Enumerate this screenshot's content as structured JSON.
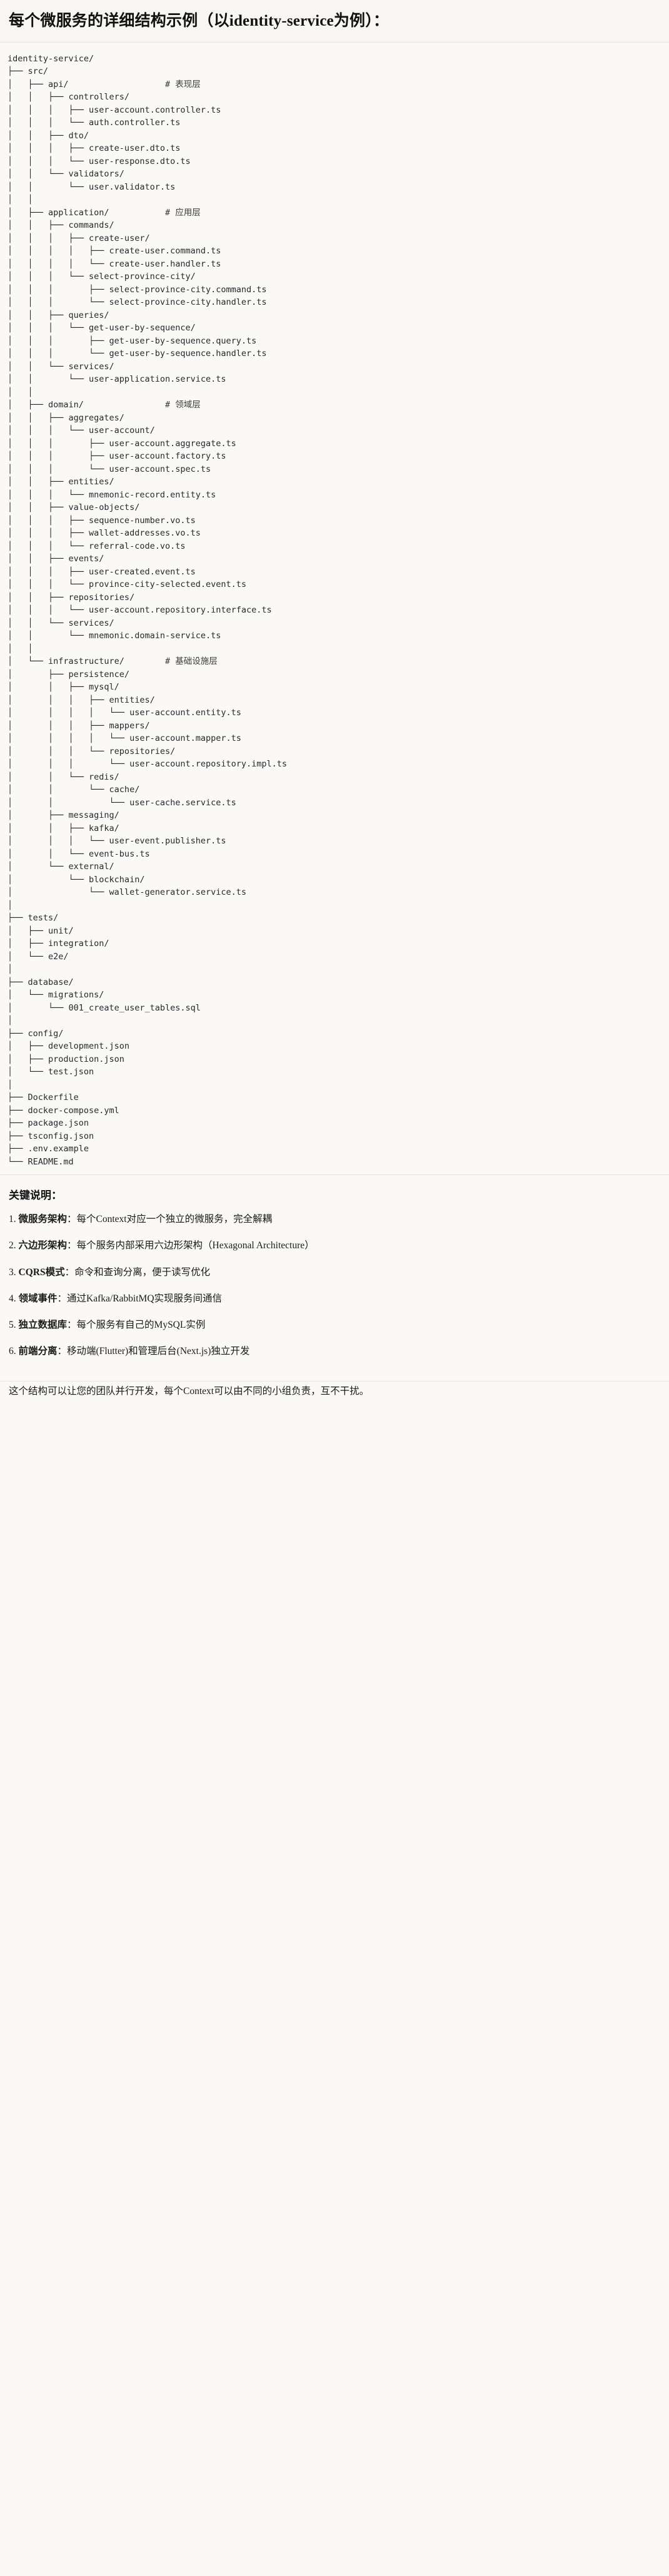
{
  "document": {
    "title": "每个微服务的详细结构示例（以identity-service为例）："
  },
  "tree": {
    "lines": [
      {
        "path": "identity-service/",
        "comment": ""
      },
      {
        "path": "├── src/",
        "comment": ""
      },
      {
        "path": "│   ├── api/",
        "comment": "# 表现层"
      },
      {
        "path": "│   │   ├── controllers/",
        "comment": ""
      },
      {
        "path": "│   │   │   ├── user-account.controller.ts",
        "comment": ""
      },
      {
        "path": "│   │   │   └── auth.controller.ts",
        "comment": ""
      },
      {
        "path": "│   │   ├── dto/",
        "comment": ""
      },
      {
        "path": "│   │   │   ├── create-user.dto.ts",
        "comment": ""
      },
      {
        "path": "│   │   │   └── user-response.dto.ts",
        "comment": ""
      },
      {
        "path": "│   │   └── validators/",
        "comment": ""
      },
      {
        "path": "│   │       └── user.validator.ts",
        "comment": ""
      },
      {
        "path": "│   │",
        "comment": ""
      },
      {
        "path": "│   ├── application/",
        "comment": "# 应用层"
      },
      {
        "path": "│   │   ├── commands/",
        "comment": ""
      },
      {
        "path": "│   │   │   ├── create-user/",
        "comment": ""
      },
      {
        "path": "│   │   │   │   ├── create-user.command.ts",
        "comment": ""
      },
      {
        "path": "│   │   │   │   └── create-user.handler.ts",
        "comment": ""
      },
      {
        "path": "│   │   │   └── select-province-city/",
        "comment": ""
      },
      {
        "path": "│   │   │       ├── select-province-city.command.ts",
        "comment": ""
      },
      {
        "path": "│   │   │       └── select-province-city.handler.ts",
        "comment": ""
      },
      {
        "path": "│   │   ├── queries/",
        "comment": ""
      },
      {
        "path": "│   │   │   └── get-user-by-sequence/",
        "comment": ""
      },
      {
        "path": "│   │   │       ├── get-user-by-sequence.query.ts",
        "comment": ""
      },
      {
        "path": "│   │   │       └── get-user-by-sequence.handler.ts",
        "comment": ""
      },
      {
        "path": "│   │   └── services/",
        "comment": ""
      },
      {
        "path": "│   │       └── user-application.service.ts",
        "comment": ""
      },
      {
        "path": "│   │",
        "comment": ""
      },
      {
        "path": "│   ├── domain/",
        "comment": "# 领域层"
      },
      {
        "path": "│   │   ├── aggregates/",
        "comment": ""
      },
      {
        "path": "│   │   │   └── user-account/",
        "comment": ""
      },
      {
        "path": "│   │   │       ├── user-account.aggregate.ts",
        "comment": ""
      },
      {
        "path": "│   │   │       ├── user-account.factory.ts",
        "comment": ""
      },
      {
        "path": "│   │   │       └── user-account.spec.ts",
        "comment": ""
      },
      {
        "path": "│   │   ├── entities/",
        "comment": ""
      },
      {
        "path": "│   │   │   └── mnemonic-record.entity.ts",
        "comment": ""
      },
      {
        "path": "│   │   ├── value-objects/",
        "comment": ""
      },
      {
        "path": "│   │   │   ├── sequence-number.vo.ts",
        "comment": ""
      },
      {
        "path": "│   │   │   ├── wallet-addresses.vo.ts",
        "comment": ""
      },
      {
        "path": "│   │   │   └── referral-code.vo.ts",
        "comment": ""
      },
      {
        "path": "│   │   ├── events/",
        "comment": ""
      },
      {
        "path": "│   │   │   ├── user-created.event.ts",
        "comment": ""
      },
      {
        "path": "│   │   │   └── province-city-selected.event.ts",
        "comment": ""
      },
      {
        "path": "│   │   ├── repositories/",
        "comment": ""
      },
      {
        "path": "│   │   │   └── user-account.repository.interface.ts",
        "comment": ""
      },
      {
        "path": "│   │   └── services/",
        "comment": ""
      },
      {
        "path": "│   │       └── mnemonic.domain-service.ts",
        "comment": ""
      },
      {
        "path": "│   │",
        "comment": ""
      },
      {
        "path": "│   └── infrastructure/",
        "comment": "# 基础设施层"
      },
      {
        "path": "│       ├── persistence/",
        "comment": ""
      },
      {
        "path": "│       │   ├── mysql/",
        "comment": ""
      },
      {
        "path": "│       │   │   ├── entities/",
        "comment": ""
      },
      {
        "path": "│       │   │   │   └── user-account.entity.ts",
        "comment": ""
      },
      {
        "path": "│       │   │   ├── mappers/",
        "comment": ""
      },
      {
        "path": "│       │   │   │   └── user-account.mapper.ts",
        "comment": ""
      },
      {
        "path": "│       │   │   └── repositories/",
        "comment": ""
      },
      {
        "path": "│       │   │       └── user-account.repository.impl.ts",
        "comment": ""
      },
      {
        "path": "│       │   └── redis/",
        "comment": ""
      },
      {
        "path": "│       │       └── cache/",
        "comment": ""
      },
      {
        "path": "│       │           └── user-cache.service.ts",
        "comment": ""
      },
      {
        "path": "│       ├── messaging/",
        "comment": ""
      },
      {
        "path": "│       │   ├── kafka/",
        "comment": ""
      },
      {
        "path": "│       │   │   └── user-event.publisher.ts",
        "comment": ""
      },
      {
        "path": "│       │   └── event-bus.ts",
        "comment": ""
      },
      {
        "path": "│       └── external/",
        "comment": ""
      },
      {
        "path": "│           └── blockchain/",
        "comment": ""
      },
      {
        "path": "│               └── wallet-generator.service.ts",
        "comment": ""
      },
      {
        "path": "│",
        "comment": ""
      },
      {
        "path": "├── tests/",
        "comment": ""
      },
      {
        "path": "│   ├── unit/",
        "comment": ""
      },
      {
        "path": "│   ├── integration/",
        "comment": ""
      },
      {
        "path": "│   └── e2e/",
        "comment": ""
      },
      {
        "path": "│",
        "comment": ""
      },
      {
        "path": "├── database/",
        "comment": ""
      },
      {
        "path": "│   └── migrations/",
        "comment": ""
      },
      {
        "path": "│       └── 001_create_user_tables.sql",
        "comment": ""
      },
      {
        "path": "│",
        "comment": ""
      },
      {
        "path": "├── config/",
        "comment": ""
      },
      {
        "path": "│   ├── development.json",
        "comment": ""
      },
      {
        "path": "│   ├── production.json",
        "comment": ""
      },
      {
        "path": "│   └── test.json",
        "comment": ""
      },
      {
        "path": "│",
        "comment": ""
      },
      {
        "path": "├── Dockerfile",
        "comment": ""
      },
      {
        "path": "├── docker-compose.yml",
        "comment": ""
      },
      {
        "path": "├── package.json",
        "comment": ""
      },
      {
        "path": "├── tsconfig.json",
        "comment": ""
      },
      {
        "path": "├── .env.example",
        "comment": ""
      },
      {
        "path": "└── README.md",
        "comment": ""
      }
    ]
  },
  "notes": {
    "heading": "关键说明：",
    "items": [
      {
        "num": "1.",
        "term": "微服务架构",
        "sep": "：",
        "desc": "每个Context对应一个独立的微服务，完全解耦"
      },
      {
        "num": "2.",
        "term": "六边形架构",
        "sep": "：",
        "desc": "每个服务内部采用六边形架构（Hexagonal Architecture）"
      },
      {
        "num": "3.",
        "term": "CQRS模式",
        "sep": "：",
        "desc": "命令和查询分离，便于读写优化"
      },
      {
        "num": "4.",
        "term": "领域事件",
        "sep": "：",
        "desc": "通过Kafka/RabbitMQ实现服务间通信"
      },
      {
        "num": "5.",
        "term": "独立数据库",
        "sep": "：",
        "desc": "每个服务有自己的MySQL实例"
      },
      {
        "num": "6.",
        "term": "前端分离",
        "sep": "：",
        "desc": "移动端(Flutter)和管理后台(Next.js)独立开发"
      }
    ],
    "closing": "这个结构可以让您的团队并行开发，每个Context可以由不同的小组负责，互不干扰。"
  }
}
